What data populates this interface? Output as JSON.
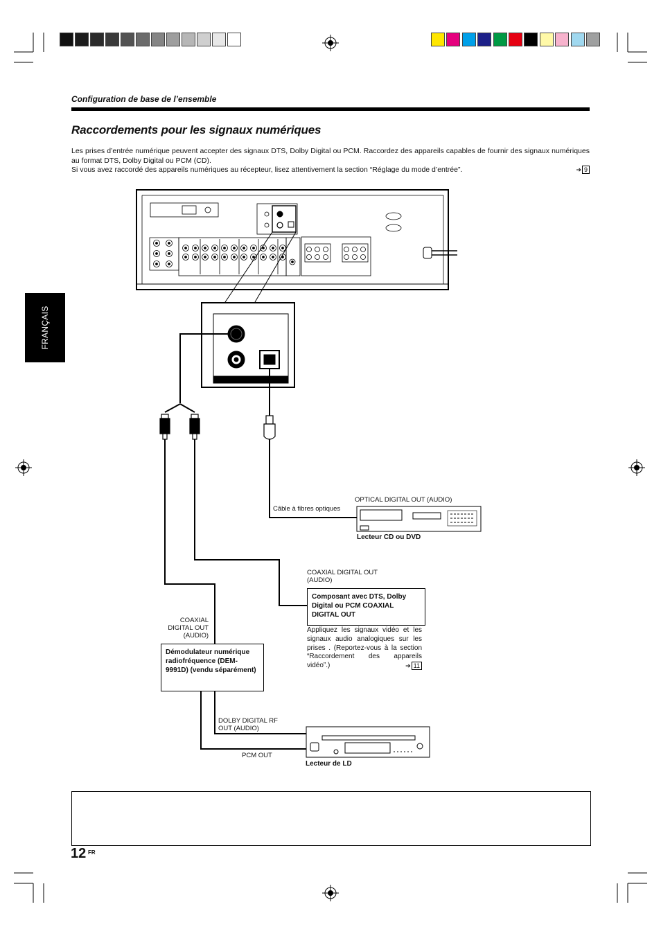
{
  "print_marks": {
    "gray_swatches": [
      "#111111",
      "#1c1c1c",
      "#2b2b2b",
      "#3a3a3a",
      "#525252",
      "#6b6b6b",
      "#858585",
      "#9e9e9e",
      "#b6b6b6",
      "#cfcfcf",
      "#e8e8e8",
      "#ffffff"
    ],
    "color_swatches": [
      "#ffe600",
      "#e5007e",
      "#00a0e9",
      "#1d2088",
      "#009944",
      "#e60012",
      "#000000",
      "#fff9a8",
      "#f7b3cd",
      "#a0d8ef",
      "#9fa0a0"
    ]
  },
  "section_header": "Configuration de base de l’ensemble",
  "title": "Raccordements pour les signaux numériques",
  "intro": {
    "line1": "Les prises d’entrée numérique peuvent accepter des signaux DTS, Dolby Digital ou PCM. Raccordez des appareils capables de fournir des signaux numériques au format DTS, Dolby Digital ou PCM (CD).",
    "line2": "Si vous avez raccordé des appareils numériques au récepteur, lisez attentivement la section “Réglage du mode d’entrée”.",
    "ref_page": "9"
  },
  "side_tab": "FRANÇAIS",
  "diagram": {
    "optical_cable": "Câble à fibres optiques",
    "optical_out": "OPTICAL DIGITAL OUT (AUDIO)",
    "cd_player": "Lecteur CD ou DVD",
    "coaxial_out_audio": "COAXIAL DIGITAL OUT (AUDIO)",
    "component_box": "Composant avec DTS, Dolby Digital ou PCM COAXIAL DIGITAL OUT",
    "component_note": "Appliquez les signaux vidéo et les signaux audio analogiques sur les prises             . (Reportez-vous à la section “Raccordement des appareils vidéo”.)",
    "component_ref_page": "11",
    "coaxial_out_left": "COAXIAL DIGITAL OUT (AUDIO)",
    "demodulator_box": "Démodulateur numérique radiofréquence (DEM-9991D) (vendu séparément)",
    "dolby_rf_out": "DOLBY DIGITAL RF OUT (AUDIO)",
    "pcm_out": "PCM OUT",
    "ld_player": "Lecteur de LD"
  },
  "page": {
    "number": "12",
    "suffix": "FR"
  }
}
